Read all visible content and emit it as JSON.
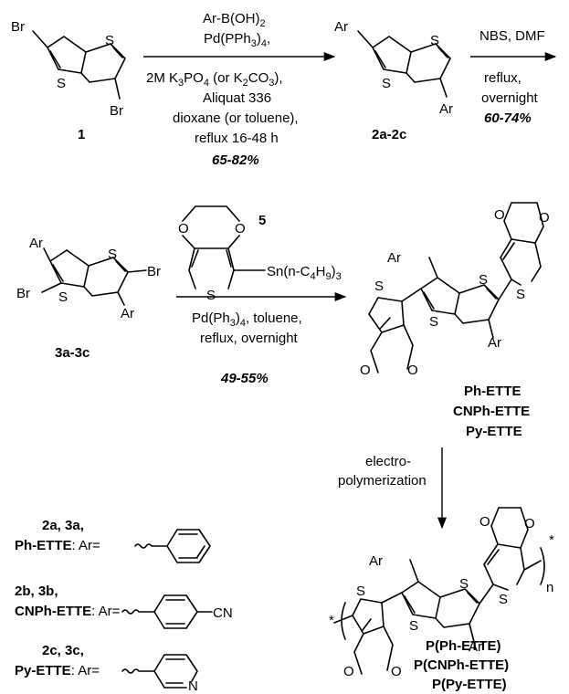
{
  "atoms": {
    "Br": "Br",
    "S": "S",
    "Ar": "Ar",
    "O": "O",
    "CN": "CN",
    "N": "N",
    "Sn": "Sn(n-C",
    "Sn4": "4",
    "SnH": "H",
    "Sn9": "9",
    "Sn3": ")",
    "Sn3b": "3",
    "star": "*",
    "n": "n"
  },
  "step1": {
    "reagent1": "Ar-B(OH)",
    "reagent1_sub": "2",
    "reagent2": "Pd(PPh",
    "reagent2_sub": "3",
    "reagent2_end": ")",
    "reagent2_sub2": "4",
    "reagent2_tail": ",",
    "base": "2M K",
    "base_sub1": "3",
    "base_mid": "PO",
    "base_sub2": "4",
    "base_mid2": " (or K",
    "base_sub3": "2",
    "base_mid3": "CO",
    "base_sub4": "3",
    "base_end": "),",
    "additive": "Aliquat 336",
    "solvent": "dioxane (or toluene),",
    "conditions": "reflux 16-48 h",
    "yield": "65-82%"
  },
  "step2": {
    "reagent": "NBS, DMF",
    "cond1": "reflux,",
    "cond2": "overnight",
    "yield": "60-74%"
  },
  "step3": {
    "reagent_label": "5",
    "cat": "Pd(Ph",
    "cat_sub": "3",
    "cat_mid": ")",
    "cat_sub2": "4",
    "cat_end": ", toluene,",
    "cond": "reflux, overnight",
    "yield": "49-55%"
  },
  "step4": {
    "line1": "electro-",
    "line2": "polymerization"
  },
  "compounds": {
    "c1": "1",
    "c2": "2a-2c",
    "c3": "3a-3c",
    "monomers": [
      "Ph-ETTE",
      "CNPh-ETTE",
      "Py-ETTE"
    ],
    "polymers": [
      "P(Ph-ETTE)",
      "P(CNPh-ETTE)",
      "P(Py-ETTE)"
    ]
  },
  "legend": [
    {
      "line1": "2a, 3a,",
      "line2": "Ph-ETTE",
      "eq": ": Ar="
    },
    {
      "line1": "2b, 3b,",
      "line2": "CNPh-ETTE",
      "eq": ": Ar="
    },
    {
      "line1": "2c, 3c,",
      "line2": "Py-ETTE",
      "eq": ": Ar="
    }
  ]
}
